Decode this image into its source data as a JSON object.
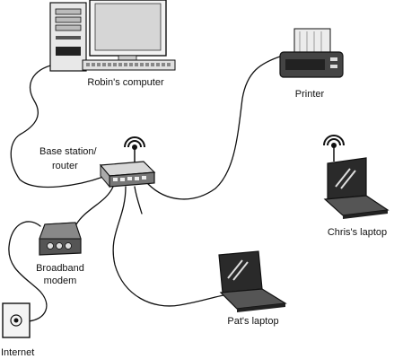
{
  "labels": {
    "robins_computer": "Robin's computer",
    "printer": "Printer",
    "base_station_line1": "Base station/",
    "base_station_line2": "router",
    "chriss_laptop": "Chris's laptop",
    "broadband_line1": "Broadband",
    "broadband_line2": "modem",
    "pats_laptop": "Pat's laptop",
    "internet": "Internet"
  },
  "icons": {
    "wireless": "wireless-signal-icon"
  }
}
